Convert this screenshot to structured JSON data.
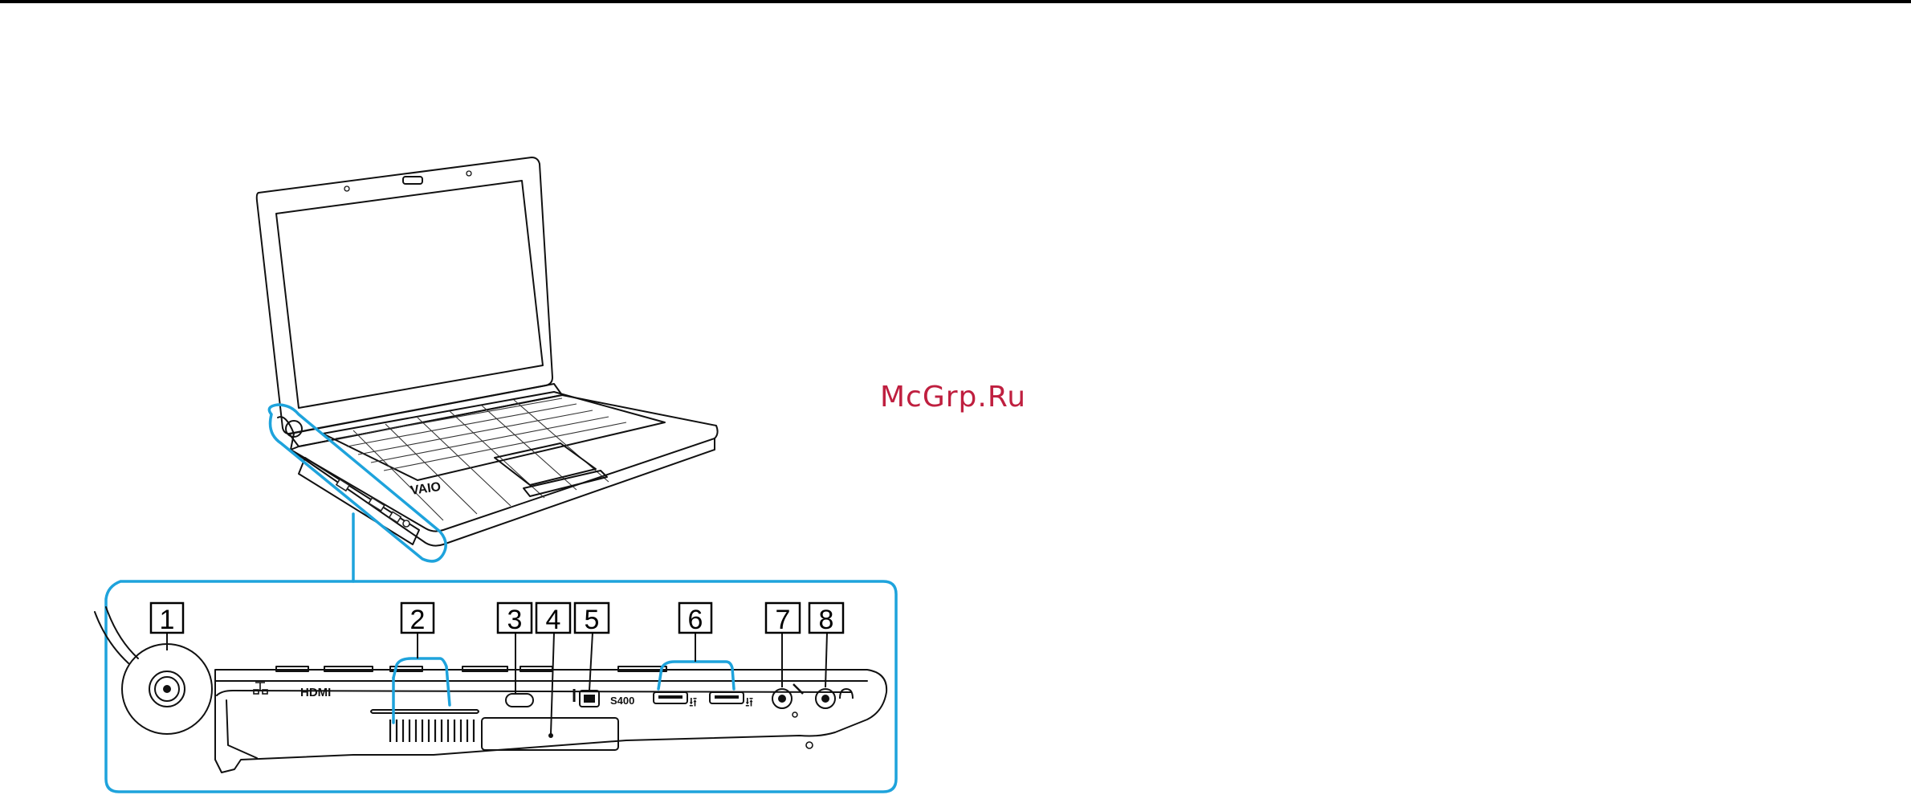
{
  "watermark": "McGrp.Ru",
  "callouts": [
    "1",
    "2",
    "3",
    "4",
    "5",
    "6",
    "7",
    "8"
  ],
  "port_labels": {
    "hdmi": "HDMI",
    "ilink": "S400",
    "brand": "VAIO"
  },
  "icons": [
    "dc-in-icon",
    "network-icon",
    "hdmi-label",
    "security-slot-icon",
    "ilink-icon",
    "usb-icon",
    "microphone-icon",
    "headphones-icon"
  ],
  "colors": {
    "accent": "#1ea3dc",
    "watermark": "#bf1f3f"
  }
}
